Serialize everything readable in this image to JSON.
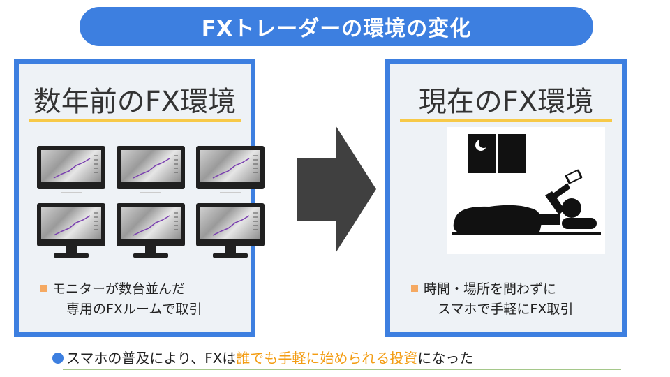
{
  "title": "FXトレーダーの環境の変化",
  "left_panel": {
    "heading": "数年前のFX環境",
    "bullet_line1": "モニターが数台並んだ",
    "bullet_line2": "専用のFXルームで取引"
  },
  "right_panel": {
    "heading": "現在のFX環境",
    "bullet_line1": "時間・場所を問わずに",
    "bullet_line2": "スマホで手軽にFX取引"
  },
  "footer": {
    "part1": "スマホの普及により、FXは",
    "highlight": "誰でも手軽に始められる投資",
    "part2": "になった"
  },
  "colors": {
    "accent_blue": "#3d7fe0",
    "underline_yellow": "#f7c948",
    "bullet_orange": "#f5a962",
    "highlight_orange": "#f39c12"
  }
}
